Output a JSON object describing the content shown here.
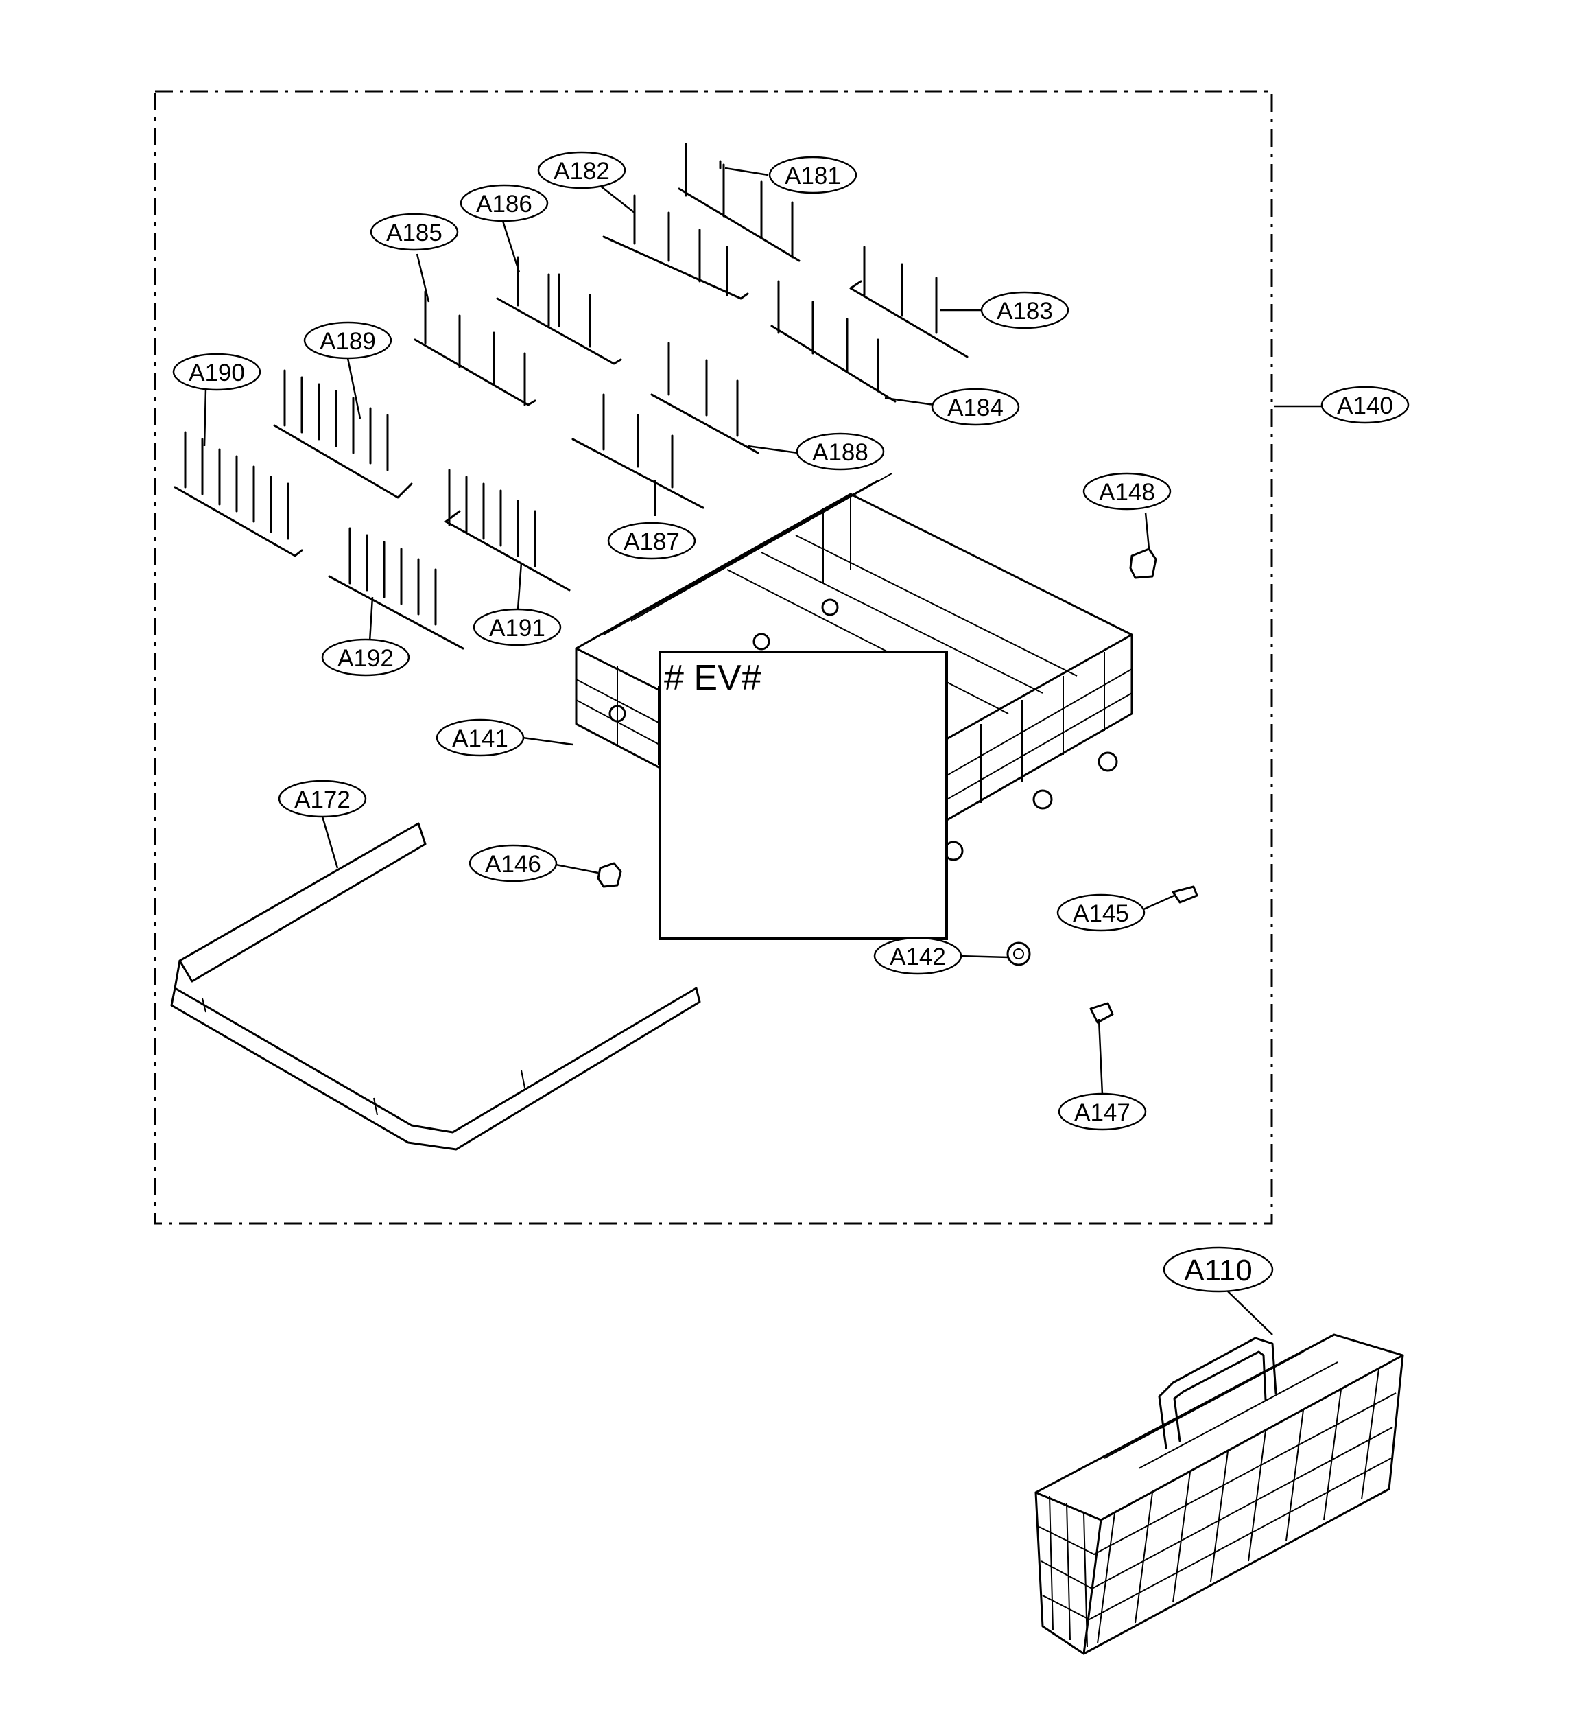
{
  "callouts": {
    "a181": "A181",
    "a182": "A182",
    "a183": "A183",
    "a184": "A184",
    "a185": "A185",
    "a186": "A186",
    "a187": "A187",
    "a188": "A188",
    "a189": "A189",
    "a190": "A190",
    "a191": "A191",
    "a192": "A192",
    "a140": "A140",
    "a141": "A141",
    "a142": "A142",
    "a145": "A145",
    "a146": "A146",
    "a147": "A147",
    "a148": "A148",
    "a172": "A172",
    "a110": "A110"
  },
  "ev_label": "# EV#"
}
